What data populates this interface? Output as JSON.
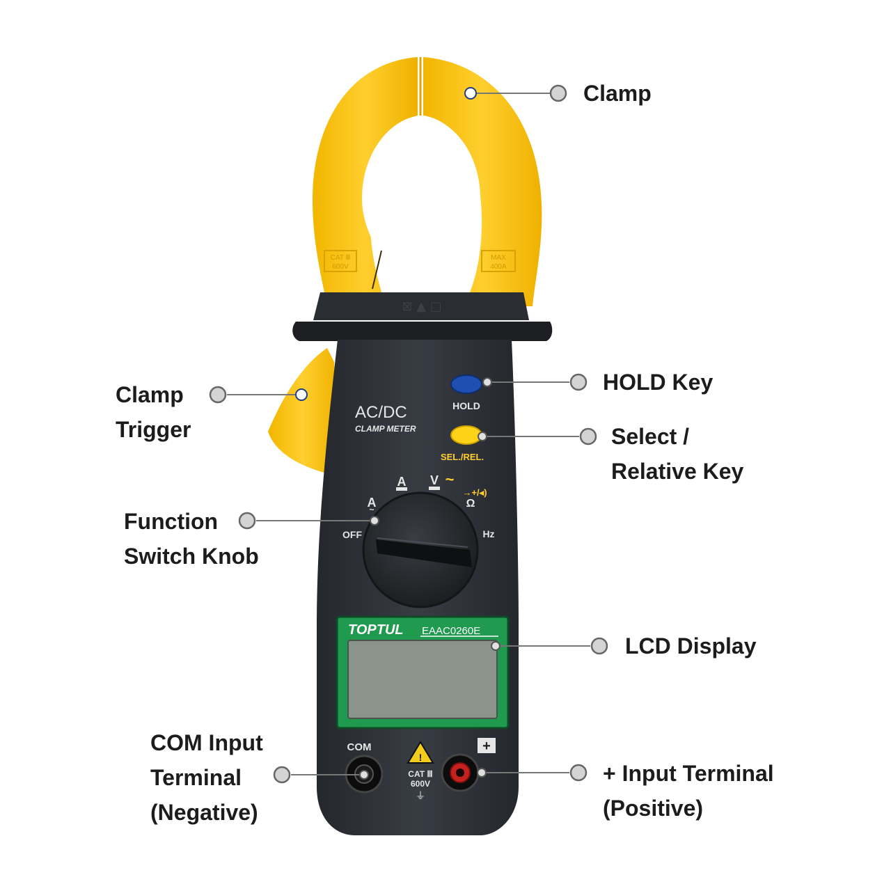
{
  "device": {
    "brand": "TOPTUL",
    "model": "EAAC0260E",
    "title_line1": "AC/DC",
    "title_line2": "CLAMP METER",
    "hold_key": "HOLD",
    "sel_key": "SEL./REL.",
    "dial": {
      "off": "OFF",
      "hz": "Hz",
      "ohm": "Ω",
      "tilde": "~",
      "diode": "→+/◂)"
    },
    "com": "COM",
    "plus": "+",
    "cat_rating": "CAT Ⅲ",
    "cat_voltage": "600V",
    "jaw_left_line1": "CAT Ⅲ",
    "jaw_left_line2": "600V",
    "jaw_right_line1": "MAX",
    "jaw_right_line2": "400A"
  },
  "callouts": {
    "clamp": [
      "Clamp"
    ],
    "clamp_trigger": [
      "Clamp",
      "Trigger"
    ],
    "hold_key": [
      "HOLD Key"
    ],
    "select_key": [
      "Select /",
      "Relative Key"
    ],
    "function_knob": [
      "Function",
      "Switch Knob"
    ],
    "lcd_display": [
      "LCD Display"
    ],
    "com_terminal": [
      "COM Input",
      "Terminal",
      "(Negative)"
    ],
    "plus_terminal": [
      "+ Input Terminal",
      "(Positive)"
    ]
  },
  "colors": {
    "jaw_yellow": "#f7c21c",
    "body_dark": "#2d3036",
    "lcd_green": "#1f9a4f",
    "lcd_screen": "#8a948a",
    "hold_blue": "#1f4fb0",
    "sel_yellow": "#ffd21a",
    "leader_gray": "#777777"
  }
}
